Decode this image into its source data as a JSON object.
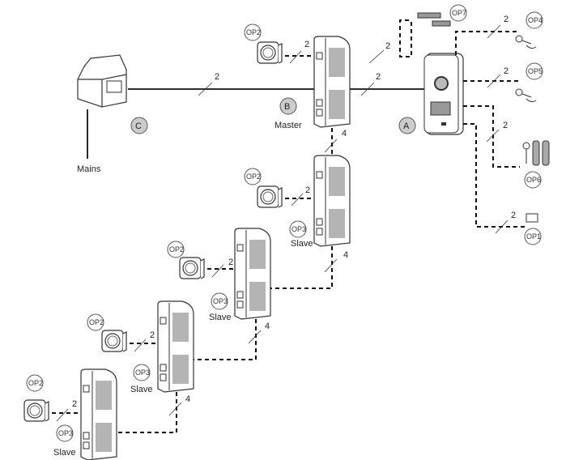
{
  "labels": {
    "a": "A",
    "b": "B",
    "c": "C",
    "master": "Master",
    "slave": "Slave",
    "mains": "Mains",
    "op1": "OP1",
    "op2": "OP2",
    "op3": "OP3",
    "op4": "OP4",
    "op5": "OP5",
    "op6": "OP6",
    "op7": "OP7"
  },
  "wire_counts": {
    "two": "2",
    "four": "4"
  }
}
